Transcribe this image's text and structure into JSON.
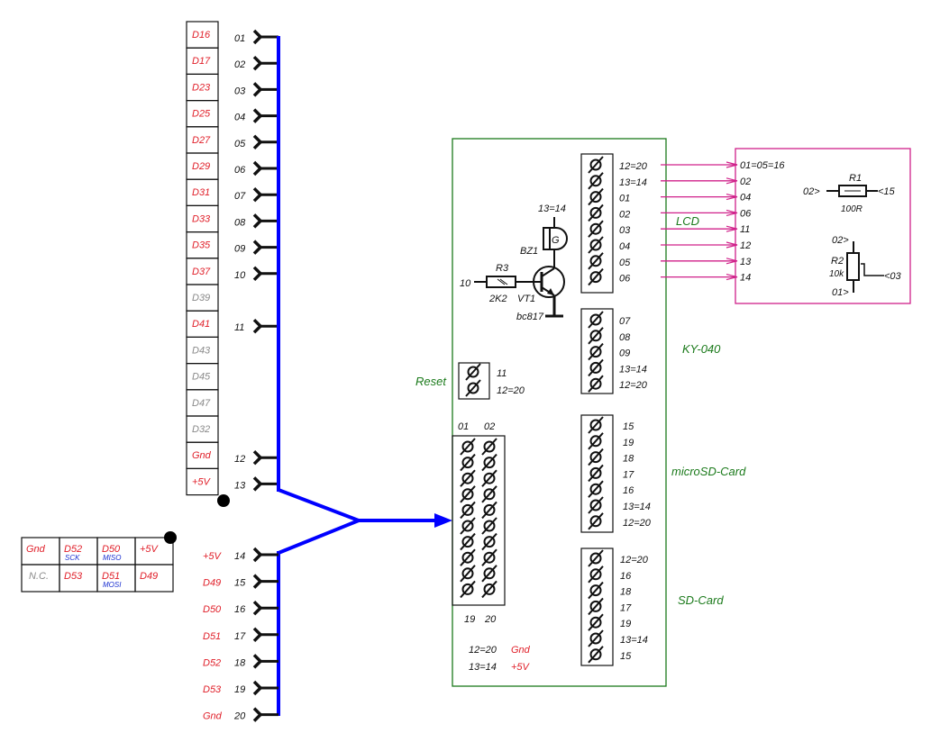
{
  "colors": {
    "bus": "#0000ff",
    "module_border": "#1b7a1b",
    "lcd_wire": "#d0208a",
    "signal_red": "#e0202a",
    "nc_gray": "#8a8a8a",
    "spi_blue": "#1a2fd0"
  },
  "upper_header": {
    "signals": [
      {
        "label": "D16",
        "active": true
      },
      {
        "label": "D17",
        "active": true
      },
      {
        "label": "D23",
        "active": true
      },
      {
        "label": "D25",
        "active": true
      },
      {
        "label": "D27",
        "active": true
      },
      {
        "label": "D29",
        "active": true
      },
      {
        "label": "D31",
        "active": true
      },
      {
        "label": "D33",
        "active": true
      },
      {
        "label": "D35",
        "active": true
      },
      {
        "label": "D37",
        "active": true
      },
      {
        "label": "D39",
        "active": false
      },
      {
        "label": "D41",
        "active": true
      },
      {
        "label": "D43",
        "active": false
      },
      {
        "label": "D45",
        "active": false
      },
      {
        "label": "D47",
        "active": false
      },
      {
        "label": "D32",
        "active": false
      },
      {
        "label": "Gnd",
        "active": true
      },
      {
        "label": "+5V",
        "active": true
      }
    ],
    "pins": [
      {
        "row": 0,
        "num": "01"
      },
      {
        "row": 1,
        "num": "02"
      },
      {
        "row": 2,
        "num": "03"
      },
      {
        "row": 3,
        "num": "04"
      },
      {
        "row": 4,
        "num": "05"
      },
      {
        "row": 5,
        "num": "06"
      },
      {
        "row": 6,
        "num": "07"
      },
      {
        "row": 7,
        "num": "08"
      },
      {
        "row": 8,
        "num": "09"
      },
      {
        "row": 9,
        "num": "10"
      },
      {
        "row": 11,
        "num": "11"
      },
      {
        "row": 16,
        "num": "12"
      },
      {
        "row": 17,
        "num": "13"
      }
    ]
  },
  "icsp_header": {
    "rows": [
      [
        {
          "label": "Gnd",
          "sub": ""
        },
        {
          "label": "D52",
          "sub": "SCK"
        },
        {
          "label": "D50",
          "sub": "MISO"
        },
        {
          "label": "+5V",
          "sub": ""
        }
      ],
      [
        {
          "label": "N.C.",
          "sub": ""
        },
        {
          "label": "D53",
          "sub": ""
        },
        {
          "label": "D51",
          "sub": "MOSI"
        },
        {
          "label": "D49",
          "sub": ""
        }
      ]
    ]
  },
  "lower_pins": [
    {
      "signal": "+5V",
      "num": "14"
    },
    {
      "signal": "D49",
      "num": "15"
    },
    {
      "signal": "D50",
      "num": "16"
    },
    {
      "signal": "D51",
      "num": "17"
    },
    {
      "signal": "D52",
      "num": "18"
    },
    {
      "signal": "D53",
      "num": "19"
    },
    {
      "signal": "Gnd",
      "num": "20"
    }
  ],
  "board": {
    "main_header": {
      "top_labels": [
        "01",
        "02"
      ],
      "bottom_labels": [
        "19",
        "20"
      ]
    },
    "legend": [
      {
        "net": "12=20",
        "name": "Gnd"
      },
      {
        "net": "13=14",
        "name": "+5V"
      }
    ],
    "reset": {
      "title": "Reset",
      "pins": [
        "11",
        "12=20"
      ]
    },
    "lcd": {
      "title": "LCD",
      "pins": [
        "12=20",
        "13=14",
        "01",
        "02",
        "03",
        "04",
        "05",
        "06"
      ]
    },
    "ky040": {
      "title": "KY-040",
      "pins": [
        "07",
        "08",
        "09",
        "13=14",
        "12=20"
      ]
    },
    "microsd": {
      "title": "microSD-Card",
      "pins": [
        "15",
        "19",
        "18",
        "17",
        "16",
        "13=14",
        "12=20"
      ]
    },
    "sdcard": {
      "title": "SD-Card",
      "pins": [
        "12=20",
        "16",
        "18",
        "17",
        "19",
        "13=14",
        "15"
      ]
    },
    "buzzer": {
      "supply": "13=14",
      "ref": "BZ1",
      "glyph": "G"
    },
    "r3": {
      "ref": "R3",
      "value": "2K2",
      "input": "10"
    },
    "vt1": {
      "ref": "VT1",
      "part": "bc817"
    }
  },
  "lcd_panel": {
    "targets": [
      "01=05=16",
      "02",
      "04",
      "06",
      "11",
      "12",
      "13",
      "14"
    ],
    "r1": {
      "ref": "R1",
      "value": "100R",
      "left": "02>",
      "right": "<15"
    },
    "r2": {
      "ref": "R2",
      "value": "10k",
      "top": "02>",
      "bottom": "01>",
      "wiper": "<03"
    }
  }
}
